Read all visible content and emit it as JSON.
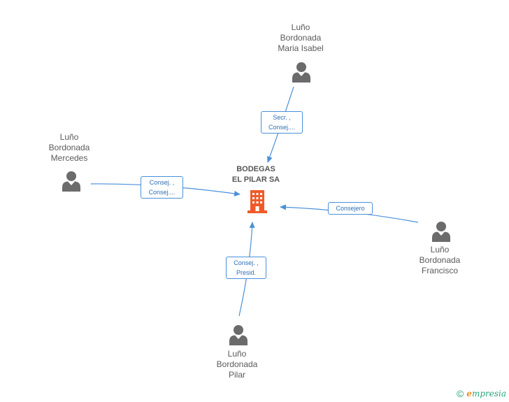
{
  "company": {
    "line1": "BODEGAS",
    "line2": "EL PILAR SA",
    "icon": "building-icon",
    "color": "#f05a28"
  },
  "persons": [
    {
      "id": "maria-isabel",
      "lines": [
        "Luño",
        "Bordonada",
        "Maria Isabel"
      ]
    },
    {
      "id": "mercedes",
      "lines": [
        "Luño",
        "Bordonada",
        "Mercedes"
      ]
    },
    {
      "id": "francisco",
      "lines": [
        "Luño",
        "Bordonada",
        "Francisco"
      ]
    },
    {
      "id": "pilar",
      "lines": [
        "Luño",
        "Bordonada",
        "Pilar"
      ]
    }
  ],
  "edges": [
    {
      "from": "maria-isabel",
      "lines": [
        "Secr. ,",
        "Consej...."
      ]
    },
    {
      "from": "mercedes",
      "lines": [
        "Consej. ,",
        "Consej...."
      ]
    },
    {
      "from": "francisco",
      "lines": [
        "Consejero"
      ]
    },
    {
      "from": "pilar",
      "lines": [
        "Consej. ,",
        "Presid."
      ]
    }
  ],
  "colors": {
    "edge": "#4a90d9",
    "person_icon": "#6b6b6b"
  },
  "footer": {
    "copyright_symbol": "©",
    "brand_initial": "e",
    "brand_rest": "mpresia"
  }
}
